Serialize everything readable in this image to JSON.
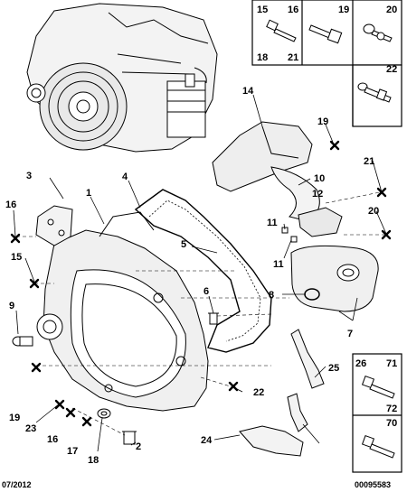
{
  "footer": {
    "date": "07/2012",
    "reference": "00095583"
  },
  "fastener_box_top": {
    "cells": [
      {
        "labels": [
          "15",
          "16",
          "18",
          "21"
        ]
      },
      {
        "labels": [
          "19"
        ]
      },
      {
        "labels": [
          "20"
        ]
      },
      {
        "labels": [
          "22"
        ]
      }
    ]
  },
  "fastener_box_bottom": {
    "cells": [
      {
        "labels": [
          "26",
          "71",
          "72"
        ]
      },
      {
        "labels": [
          "70"
        ]
      }
    ]
  },
  "callouts": [
    "1",
    "2",
    "3",
    "4",
    "5",
    "6",
    "7",
    "8",
    "9",
    "10",
    "11",
    "11",
    "12",
    "14",
    "15",
    "16",
    "16",
    "17",
    "18",
    "19",
    "19",
    "20",
    "21",
    "22",
    "23",
    "24",
    "25"
  ]
}
